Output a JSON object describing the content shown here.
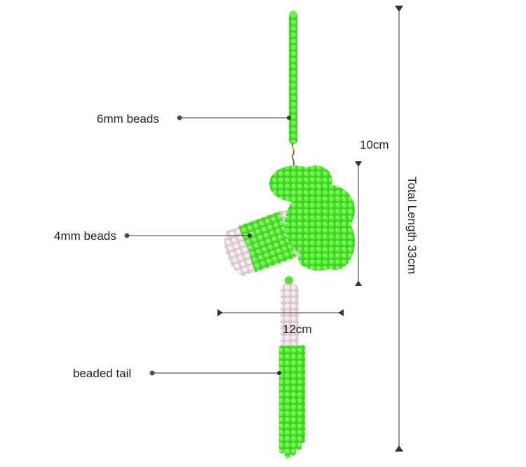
{
  "labels": {
    "beads_6mm": "6mm beads",
    "beads_4mm": "4mm beads",
    "beaded_tail": "beaded tail"
  },
  "dimensions": {
    "height_10cm": "10cm",
    "width_12cm": "12cm",
    "total_length": "Total Length  33cm"
  },
  "colors": {
    "bead_green": "#5cf23c",
    "bead_pink": "#f1e4e8",
    "line": "#333333"
  }
}
